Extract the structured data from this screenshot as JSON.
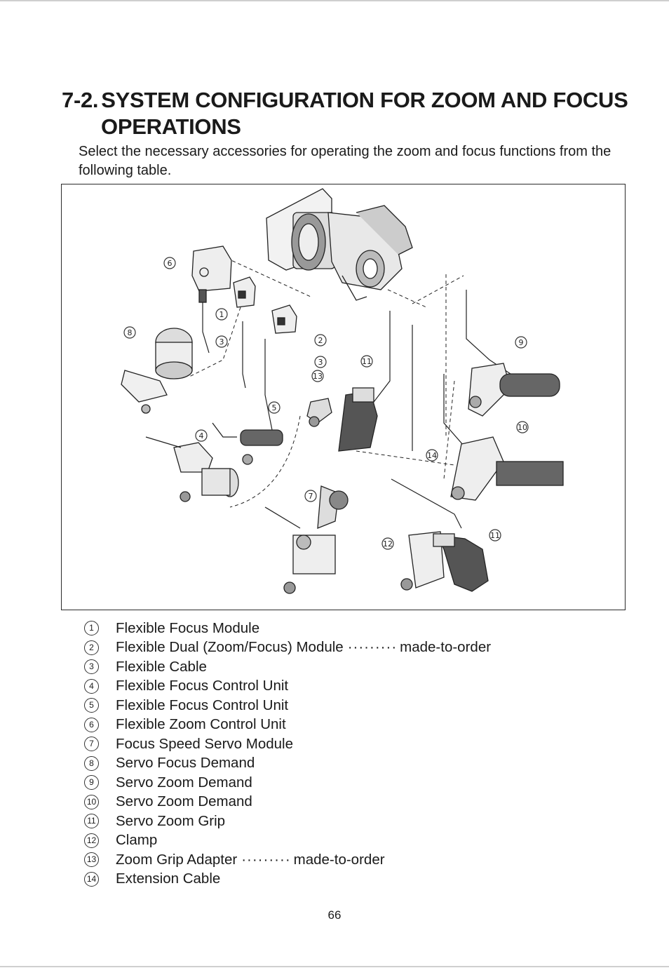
{
  "heading": {
    "number": "7-2.",
    "title_line1": "SYSTEM CONFIGURATION FOR ZOOM AND FOCUS",
    "title_line2": "OPERATIONS"
  },
  "intro": "Select the necessary accessories for operating the zoom and focus functions from the following table.",
  "callout_numbers": [
    "1",
    "2",
    "3",
    "3",
    "4",
    "5",
    "6",
    "7",
    "8",
    "9",
    "10",
    "11",
    "11",
    "12",
    "13",
    "14"
  ],
  "legend": [
    {
      "num": "1",
      "label": "Flexible Focus Module",
      "note": ""
    },
    {
      "num": "2",
      "label": "Flexible Dual (Zoom/Focus) Module",
      "note": "made-to-order"
    },
    {
      "num": "3",
      "label": "Flexible Cable",
      "note": ""
    },
    {
      "num": "4",
      "label": "Flexible Focus Control Unit",
      "note": ""
    },
    {
      "num": "5",
      "label": "Flexible Focus Control Unit",
      "note": ""
    },
    {
      "num": "6",
      "label": "Flexible Zoom Control Unit",
      "note": ""
    },
    {
      "num": "7",
      "label": "Focus Speed Servo Module",
      "note": ""
    },
    {
      "num": "8",
      "label": "Servo Focus Demand",
      "note": ""
    },
    {
      "num": "9",
      "label": "Servo Zoom Demand",
      "note": ""
    },
    {
      "num": "10",
      "label": "Servo Zoom Demand",
      "note": ""
    },
    {
      "num": "11",
      "label": "Servo Zoom Grip",
      "note": ""
    },
    {
      "num": "12",
      "label": "Clamp",
      "note": ""
    },
    {
      "num": "13",
      "label": "Zoom Grip Adapter",
      "note": "made-to-order"
    },
    {
      "num": "14",
      "label": "Extension Cable",
      "note": ""
    }
  ],
  "leader_dots": "·········",
  "page_number": "66"
}
